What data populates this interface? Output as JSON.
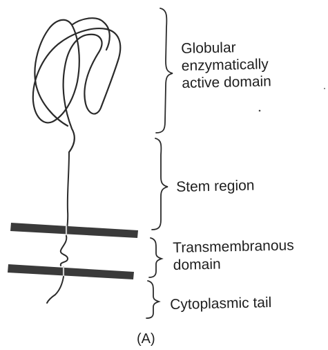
{
  "figure": {
    "labels": {
      "globular": [
        "Globular",
        "enzymatically",
        "active domain"
      ],
      "stem": "Stem region",
      "transmembrane": [
        "Transmembranous",
        "domain"
      ],
      "cytoplasmic": "Cytoplasmic tail"
    },
    "caption": "(A)"
  },
  "colors": {
    "ink": "#1e1e1e",
    "membrane": "#3a3a3a",
    "background": "#ffffff"
  }
}
